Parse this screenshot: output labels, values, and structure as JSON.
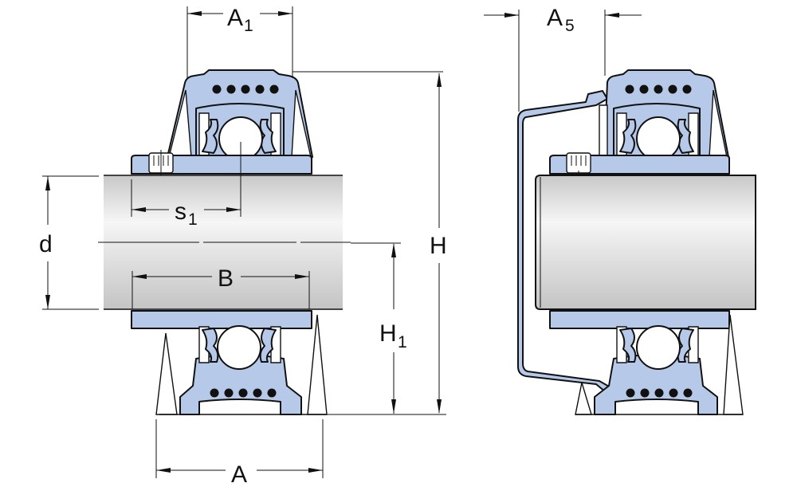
{
  "diagram": {
    "subject": "Pillow block ball bearing unit with end cover",
    "colors": {
      "housing": "#b7c9e8",
      "outline": "#111111",
      "shaft_light": "#f4f4f4",
      "shaft_dark": "#c9c9c9",
      "background": "#ffffff"
    },
    "views": [
      {
        "id": "left-view",
        "description": "Unit sectioned on shaft, open end"
      },
      {
        "id": "right-view",
        "description": "Unit sectioned with end cover fitted"
      }
    ],
    "dimensions": {
      "A1": {
        "main": "A",
        "sub": "1",
        "meaning": "housing top width"
      },
      "A5": {
        "main": "A",
        "sub": "5",
        "meaning": "end cover projection"
      },
      "s1": {
        "main": "s",
        "sub": "1",
        "meaning": "set screw distance"
      },
      "d": {
        "main": "d",
        "sub": "",
        "meaning": "shaft diameter"
      },
      "B": {
        "main": "B",
        "sub": "",
        "meaning": "inner ring width"
      },
      "H": {
        "main": "H",
        "sub": "",
        "meaning": "overall height"
      },
      "H1": {
        "main": "H",
        "sub": "1",
        "meaning": "shaft centre height"
      },
      "A": {
        "main": "A",
        "sub": "",
        "meaning": "base width"
      }
    },
    "lubrication_holes_per_side": 5
  }
}
